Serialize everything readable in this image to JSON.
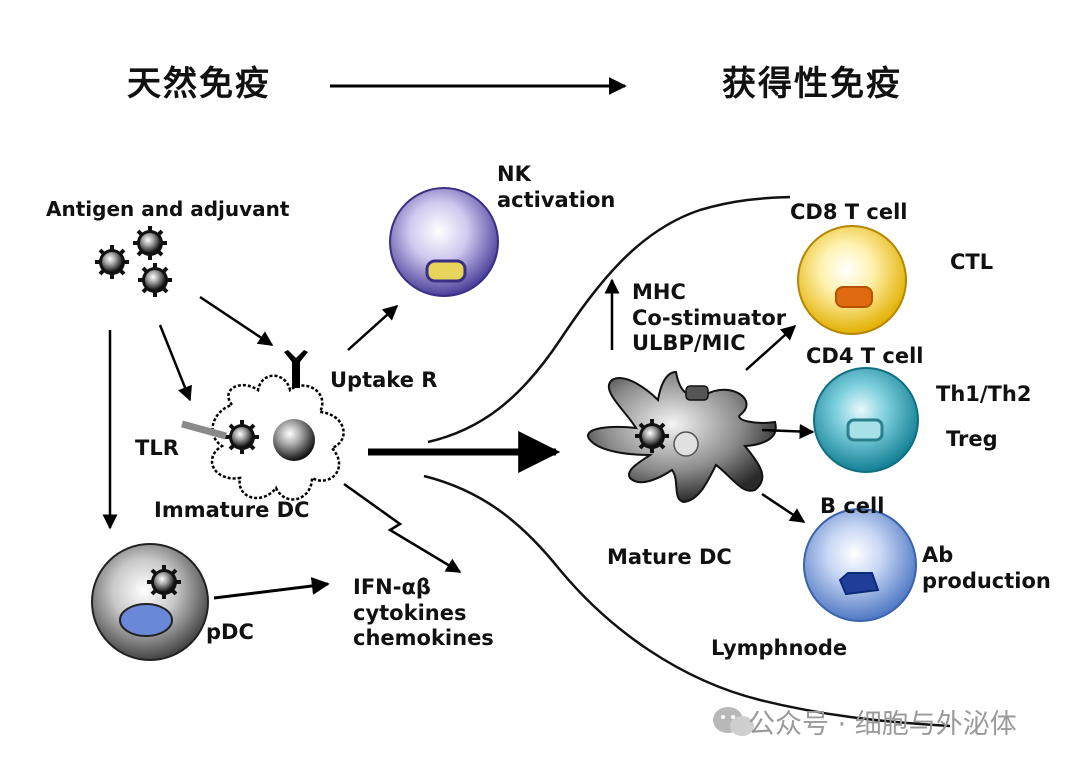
{
  "headings": {
    "innate": "天然免疫",
    "adaptive": "获得性免疫"
  },
  "labels": {
    "antigen_adjuvant": "Antigen and adjuvant",
    "nk_activation": "NK\nactivation",
    "uptake_r": "Uptake R",
    "tlr": "TLR",
    "immature_dc": "Immature DC",
    "pdc": "pDC",
    "ifn_cytokines": "IFN-αβ\ncytokines\nchemokines",
    "mhc_costim": "MHC\nCo-stimuator\nULBP/MIC",
    "mature_dc": "Mature DC",
    "cd8_t_cell": "CD8 T cell",
    "ctl": "CTL",
    "cd4_t_cell": "CD4 T cell",
    "th1_th2": "Th1/Th2",
    "treg": "Treg",
    "b_cell": "B cell",
    "ab_production": "Ab\nproduction",
    "lymphnode": "Lymphnode"
  },
  "watermark": {
    "text": "公众号 · 细胞与外泌体"
  },
  "colors": {
    "nk_cell": "#5a4ea8",
    "cd8_cell": "#e9bf10",
    "cd4_cell": "#1e9bb0",
    "b_cell": "#5f88d0",
    "pdc_nucleus": "#6a88d8"
  }
}
